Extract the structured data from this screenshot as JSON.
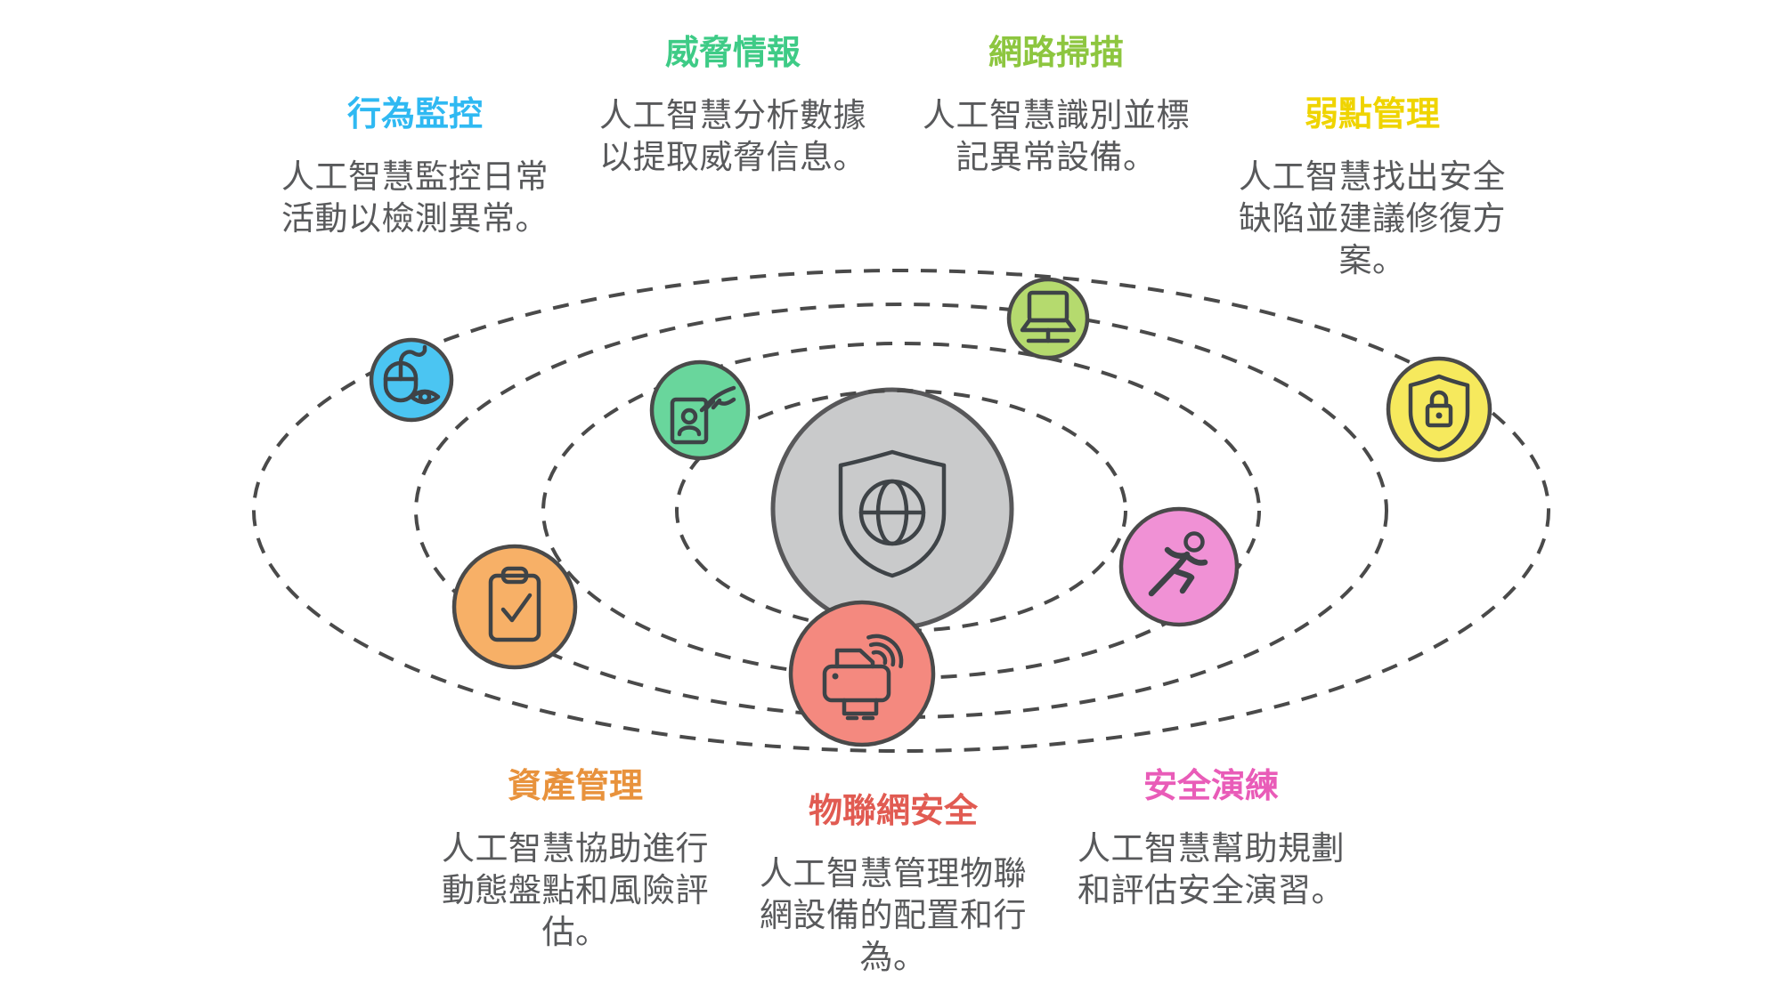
{
  "page": {
    "background": "#ffffff"
  },
  "diagram": {
    "orbit_color": "#4a4a4a",
    "text_color": "#58595B",
    "center_node": {
      "icon": "shield-globe-icon",
      "fill": "#C9CACB",
      "stroke": "#58585A"
    },
    "nodes": {
      "behavior": {
        "icon": "mouse-eye-icon",
        "fill": "#4BC5F2"
      },
      "threat": {
        "icon": "id-card-hand-icon",
        "fill": "#69D69C"
      },
      "network": {
        "icon": "laptop-network-icon",
        "fill": "#B5DA6E"
      },
      "vuln": {
        "icon": "shield-lock-icon",
        "fill": "#F6E95D"
      },
      "asset": {
        "icon": "clipboard-check-icon",
        "fill": "#F7B067"
      },
      "iot": {
        "icon": "printer-wifi-icon",
        "fill": "#F4897F"
      },
      "drill": {
        "icon": "runner-icon",
        "fill": "#F091D5"
      }
    },
    "labels": {
      "behavior": {
        "title": "行為監控",
        "title_color": "#2FB9F2",
        "desc": "人工智慧監控日常活動以檢測異常。"
      },
      "threat": {
        "title": "威脅情報",
        "title_color": "#3ECB86",
        "desc": "人工智慧分析數據以提取威脅信息。"
      },
      "network": {
        "title": "網路掃描",
        "title_color": "#8DC63F",
        "desc": "人工智慧識別並標記異常設備。"
      },
      "vuln": {
        "title": "弱點管理",
        "title_color": "#EFD400",
        "desc": "人工智慧找出安全缺陷並建議修復方案。"
      },
      "asset": {
        "title": "資產管理",
        "title_color": "#E8923C",
        "desc": "人工智慧協助進行動態盤點和風險評估。"
      },
      "iot": {
        "title": "物聯網安全",
        "title_color": "#E15B52",
        "desc": "人工智慧管理物聯網設備的配置和行為。"
      },
      "drill": {
        "title": "安全演練",
        "title_color": "#E95CB8",
        "desc": "人工智慧幫助規劃和評估安全演習。"
      }
    }
  }
}
